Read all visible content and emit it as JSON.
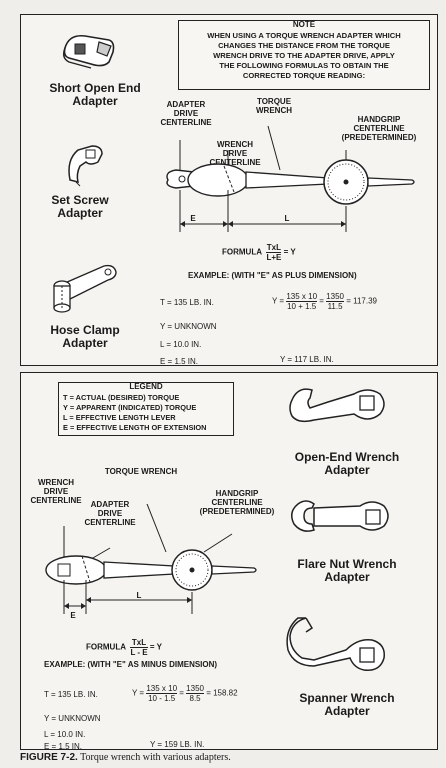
{
  "top_panel": {
    "note_title": "NOTE",
    "note_lines": [
      "WHEN USING A TORQUE WRENCH ADAPTER WHICH",
      "CHANGES THE DISTANCE FROM THE TORQUE",
      "WRENCH DRIVE TO THE ADAPTER DRIVE, APPLY",
      "THE FOLLOWING FORMULAS TO OBTAIN THE",
      "CORRECTED TORQUE READING:"
    ],
    "adapters": [
      {
        "name": "Short Open End",
        "name2": "Adapter"
      },
      {
        "name": "Set Screw",
        "name2": "Adapter"
      },
      {
        "name": "Hose Clamp",
        "name2": "Adapter"
      }
    ],
    "labels": {
      "adapter_drive": [
        "ADAPTER",
        "DRIVE",
        "CENTERLINE"
      ],
      "torque_wrench": [
        "TORQUE",
        "WRENCH"
      ],
      "wrench_drive": [
        "WRENCH",
        "DRIVE",
        "CENTERLINE"
      ],
      "handgrip": [
        "HANDGRIP",
        "CENTERLINE",
        "(PREDETERMINED)"
      ],
      "dim_e": "E",
      "dim_l": "L"
    },
    "formula_label": "FORMULA",
    "formula_num": "TxL",
    "formula_den": "L+E",
    "formula_result": "= Y",
    "example": "EXAMPLE:  (WITH \"E\" AS PLUS DIMENSION)",
    "values": [
      "T = 135 LB. IN.",
      "Y = UNKNOWN",
      "L = 10.0 IN.",
      "E = 1.5 IN."
    ],
    "calc": {
      "y": "Y =",
      "num1": "135 x 10",
      "den1": "10 + 1.5",
      "eq1": "=",
      "num2": "1350",
      "den2": "11.5",
      "result": "= 117.39"
    },
    "answer": "Y = 117 LB. IN."
  },
  "bottom_panel": {
    "legend_title": "LEGEND",
    "legend_lines": [
      "T = ACTUAL (DESIRED) TORQUE",
      "Y = APPARENT (INDICATED) TORQUE",
      "L = EFFECTIVE LENGTH LEVER",
      "E = EFFECTIVE LENGTH OF EXTENSION"
    ],
    "labels": {
      "torque_wrench": "TORQUE WRENCH",
      "wrench_drive": [
        "WRENCH",
        "DRIVE",
        "CENTERLINE"
      ],
      "adapter_drive": [
        "ADAPTER",
        "DRIVE",
        "CENTERLINE"
      ],
      "handgrip": [
        "HANDGRIP",
        "CENTERLINE",
        "(PREDETERMINED)"
      ],
      "dim_e": "E",
      "dim_l": "L"
    },
    "adapters": [
      {
        "name": "Open-End Wrench",
        "name2": "Adapter"
      },
      {
        "name": "Flare Nut Wrench",
        "name2": "Adapter"
      },
      {
        "name": "Spanner Wrench",
        "name2": "Adapter"
      }
    ],
    "formula_label": "FORMULA",
    "formula_num": "TxL",
    "formula_den": "L - E",
    "formula_result": "= Y",
    "example": "EXAMPLE:  (WITH \"E\" AS MINUS DIMENSION)",
    "values": [
      "T = 135 LB. IN.",
      "Y = UNKNOWN",
      "L = 10.0 IN.",
      "E = 1.5 IN."
    ],
    "calc": {
      "y": "Y =",
      "num1": "135 x 10",
      "den1": "10 - 1.5",
      "eq1": "=",
      "num2": "1350",
      "den2": "8.5",
      "result": "= 158.82"
    },
    "answer": "Y = 159 LB. IN."
  },
  "caption": {
    "figure": "FIGURE 7-2.",
    "text": " Torque wrench with various adapters."
  }
}
